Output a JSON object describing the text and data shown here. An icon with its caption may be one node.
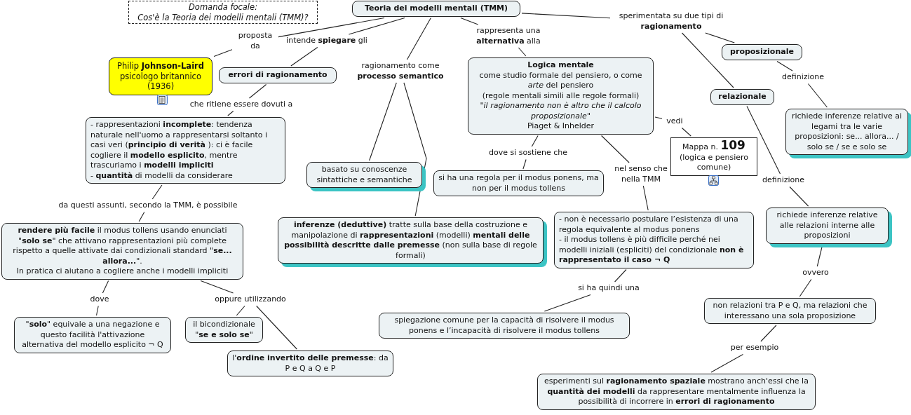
{
  "diagram": {
    "nodes": [
      {
        "text": [
          "Domanda focale:",
          "Cos'è la Teoria dei modelli mentali (TMM)?"
        ]
      },
      {
        "text": [
          "Teoria dei modelli mentali (TMM)"
        ]
      },
      {
        "text": [
          "proposta da"
        ]
      },
      {
        "text": [
          "Philip **Johnson-Laird** psicologo britannico (1936)"
        ]
      },
      {
        "text": [
          "intende **spiegare** gli"
        ]
      },
      {
        "text": [
          "errori di ragionamento"
        ]
      },
      {
        "text": [
          "che ritiene essere dovuti a"
        ]
      },
      {
        "text": [
          "- rappresentazioni **incomplete**: tendenza naturale nell'uomo a rappresentarsi soltanto i casi veri (**principio di verità** ): ci è facile cogliere il **modello esplicito**, mentre trascuriamo i **modelli impliciti**",
          "- **quantità** di modelli da considerare"
        ]
      },
      {
        "text": [
          "da questi assunti, secondo la TMM, è possibile"
        ]
      },
      {
        "text": [
          "**rendere più facile** il modus tollens usando enunciati \"**solo se**\" che attivano rappresentazioni più complete rispetto a quelle attivate dai condizionali standard \"**se... allora...**\".",
          "In pratica ci aiutano a cogliere anche i modelli impliciti"
        ]
      },
      {
        "text": [
          "dove"
        ]
      },
      {
        "text": [
          "\"**solo**\" equivale a una negazione e questo facilità l'attivazione alternativa del modello esplicito ¬ Q"
        ]
      },
      {
        "text": [
          "oppure utilizzando"
        ]
      },
      {
        "text": [
          "il bicondizionale \"**se e solo se**\""
        ]
      },
      {
        "text": [
          "l'**ordine invertito delle premesse**: da P e Q a Q e P"
        ]
      },
      {
        "text": [
          "ragionamento come **processo semantico**"
        ]
      },
      {
        "text": [
          "basato su conoscenze sintattiche e semantiche"
        ]
      },
      {
        "text": [
          "**inferenze (deduttive)** tratte sulla base della costruzione e manipolazione di **rappresentazioni** (modelli) **mentali delle possibilità descritte dalle premesse** (non sulla base di regole formali)"
        ]
      },
      {
        "text": [
          "rappresenta una **alternativa** alla"
        ]
      },
      {
        "text": [
          "Logica mentale",
          "come studio formale del pensiero, o come *arte*  del pensiero",
          "(regole mentali simili alle regole formali)",
          "\"il ragionamento non è altro che il calcolo proposizionale\"",
          "Piaget & Inhelder"
        ]
      },
      {
        "text": [
          "dove si sostiene che"
        ]
      },
      {
        "text": [
          "si ha una regola per il modus ponens, ma non per il modus tollens"
        ]
      },
      {
        "text": [
          "nel senso che nella TMM"
        ]
      },
      {
        "text": [
          "- non è necessario postulare l’esistenza di una regola equivalente al modus ponens",
          "- il modus tollens è più difficile perché nei modelli iniziali (espliciti) del condizionale **non è rappresentato il caso ¬ Q**"
        ]
      },
      {
        "text": [
          "si ha quindi una"
        ]
      },
      {
        "text": [
          "spiegazione comune per la capacità di risolvere il modus ponens e l’incapacità di risolvere il modus tollens"
        ]
      },
      {
        "text": [
          "vedi"
        ]
      },
      {
        "text": [
          "Mappa n. **109**",
          "(logica e pensiero comune)"
        ]
      },
      {
        "text": [
          "sperimentata su due tipi di **ragionamento**"
        ]
      },
      {
        "text": [
          "proposizionale"
        ]
      },
      {
        "text": [
          "definizione"
        ]
      },
      {
        "text": [
          "richiede inferenze relative ai legami tra le varie proposizioni: se... allora... / solo se / se e solo se"
        ]
      },
      {
        "text": [
          "relazionale"
        ]
      },
      {
        "text": [
          "definizione"
        ]
      },
      {
        "text": [
          "richiede inferenze relative alle relazioni interne alle proposizioni"
        ]
      },
      {
        "text": [
          "ovvero"
        ]
      },
      {
        "text": [
          "non relazioni tra P e Q, ma relazioni che interessano una sola proposizione"
        ]
      },
      {
        "text": [
          "per esempio"
        ]
      },
      {
        "text": [
          "esperimenti sul **ragionamento spaziale** mostrano anch'essi che la **quantità dei modelli** da rappresentare mentalmente influenza la possibilità di incorrere in **errori di ragionamento**"
        ]
      }
    ],
    "edges": [
      {
        "from": 1,
        "to": 2,
        "arrow": "none"
      },
      {
        "from": 2,
        "to": 3,
        "arrow": "none"
      },
      {
        "from": 1,
        "to": 4,
        "arrow": "none"
      },
      {
        "from": 4,
        "to": 5,
        "arrow": "none"
      },
      {
        "from": 5,
        "to": 6,
        "arrow": "none"
      },
      {
        "from": 6,
        "to": 7,
        "arrow": "none"
      },
      {
        "from": 7,
        "to": 8,
        "arrow": "none"
      },
      {
        "from": 8,
        "to": 9,
        "arrow": "none"
      },
      {
        "from": 9,
        "to": 10,
        "arrow": "none"
      },
      {
        "from": 10,
        "to": 11,
        "arrow": "none"
      },
      {
        "from": 9,
        "to": 12,
        "arrow": "none"
      },
      {
        "from": 12,
        "to": 13,
        "arrow": "none"
      },
      {
        "from": 12,
        "to": 14,
        "arrow": "none"
      },
      {
        "from": 1,
        "to": 15,
        "arrow": "none"
      },
      {
        "from": 15,
        "to": 16,
        "arrow": "none"
      },
      {
        "from": 15,
        "to": 17,
        "arrow": "none"
      },
      {
        "from": 1,
        "to": 18,
        "arrow": "none"
      },
      {
        "from": 18,
        "to": 19,
        "arrow": "none"
      },
      {
        "from": 19,
        "to": 20,
        "arrow": "none"
      },
      {
        "from": 20,
        "to": 21,
        "arrow": "none"
      },
      {
        "from": 19,
        "to": 22,
        "arrow": "none"
      },
      {
        "from": 22,
        "to": 23,
        "arrow": "none"
      },
      {
        "from": 23,
        "to": 24,
        "arrow": "none"
      },
      {
        "from": 24,
        "to": 25,
        "arrow": "none"
      },
      {
        "from": 19,
        "to": 26,
        "arrow": "none"
      },
      {
        "from": 26,
        "to": 27,
        "arrow": "none"
      },
      {
        "from": 1,
        "to": 28,
        "arrow": "none"
      },
      {
        "from": 28,
        "to": 29,
        "arrow": "none"
      },
      {
        "from": 28,
        "to": 32,
        "arrow": "none"
      },
      {
        "from": 29,
        "to": 30,
        "arrow": "none"
      },
      {
        "from": 30,
        "to": 31,
        "arrow": "none"
      },
      {
        "from": 32,
        "to": 33,
        "arrow": "none"
      },
      {
        "from": 33,
        "to": 34,
        "arrow": "none"
      },
      {
        "from": 34,
        "to": 35,
        "arrow": "none"
      },
      {
        "from": 35,
        "to": 36,
        "arrow": "none"
      },
      {
        "from": 36,
        "to": 37,
        "arrow": "none"
      },
      {
        "from": 37,
        "to": 38,
        "arrow": "none"
      }
    ]
  }
}
